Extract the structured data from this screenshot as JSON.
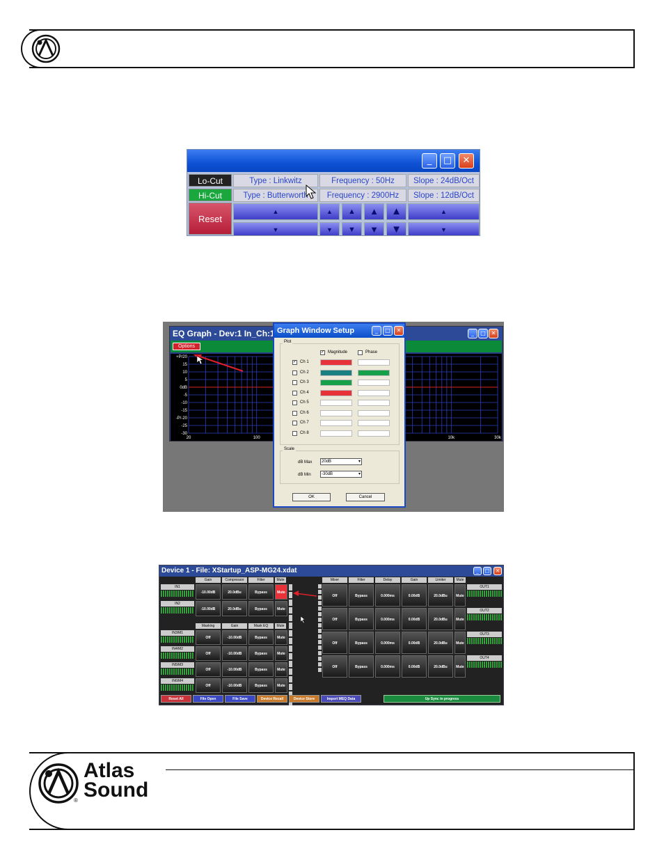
{
  "window1": {
    "lo_cut": "Lo-Cut",
    "hi_cut": "Hi-Cut",
    "reset": "Reset",
    "type_lo": "Type : Linkwitz",
    "type_hi": "Type : Butterworth",
    "freq_lo": "Frequency : 50Hz",
    "freq_hi": "Frequency : 2900Hz",
    "slope_lo": "Slope : 24dB/Oct",
    "slope_hi": "Slope : 12dB/Oct",
    "up": "▲",
    "down": "▼"
  },
  "window2": {
    "eq_title": "EQ Graph - Dev:1 In_Ch:1",
    "options": "Options",
    "y_ticks": [
      "+P/20",
      "15",
      "10",
      "5",
      "0dB",
      "-5",
      "-10",
      "-15",
      "-P/-20",
      "-25",
      "-30"
    ],
    "x_ticks": [
      "20",
      "100",
      "10k",
      "30k"
    ],
    "dialog_title": "Graph Window Setup",
    "plot_group": "Plot",
    "magnitude": "Magnitude",
    "phase": "Phase",
    "channels": [
      "Ch 1",
      "Ch 2",
      "Ch 3",
      "Ch 4",
      "Ch 5",
      "Ch 6",
      "Ch 7",
      "Ch 8"
    ],
    "scale_group": "Scale",
    "db_max_label": "dB Max",
    "db_max_value": "20dB",
    "db_min_label": "dB Min",
    "db_min_value": "-30dB",
    "ok": "OK",
    "cancel": "Cancel"
  },
  "window3": {
    "title": "Device 1  -  File: XStartup_ASP-MG24.xdat",
    "in_headers": [
      "Gain",
      "Compressor",
      "Filter",
      "Mute"
    ],
    "inputs": [
      {
        "name": "IN1",
        "gain": "-10.00dB",
        "comp": "20.0dBu",
        "filter": "Bypass",
        "mute": "Mute"
      },
      {
        "name": "IN2",
        "gain": "-10.00dB",
        "comp": "20.0dBu",
        "filter": "Bypass",
        "mute": "Mute"
      }
    ],
    "mask_headers": [
      "Masking",
      "Gain",
      "Mask EQ",
      "Mute"
    ],
    "masks": [
      {
        "name": "IN3/M1",
        "masking": "Off",
        "gain": "-10.00dB",
        "eq": "Bypass",
        "mute": "Mute"
      },
      {
        "name": "IN4/M2",
        "masking": "Off",
        "gain": "-10.00dB",
        "eq": "Bypass",
        "mute": "Mute"
      },
      {
        "name": "IN5/M3",
        "masking": "Off",
        "gain": "-10.00dB",
        "eq": "Bypass",
        "mute": "Mute"
      },
      {
        "name": "IN6/M4",
        "masking": "Off",
        "gain": "-10.00dB",
        "eq": "Bypass",
        "mute": "Mute"
      }
    ],
    "out_headers": [
      "Mixer",
      "Filter",
      "Delay",
      "Gain",
      "Limiter",
      "Mute"
    ],
    "outputs": [
      {
        "name": "OUT1",
        "mixer": "Off",
        "filter": "Bypass",
        "delay": "0.000ms",
        "gain": "0.00dB",
        "limiter": "20.0dBu",
        "mute": "Mute"
      },
      {
        "name": "OUT2",
        "mixer": "Off",
        "filter": "Bypass",
        "delay": "0.000ms",
        "gain": "0.00dB",
        "limiter": "20.0dBu",
        "mute": "Mute"
      },
      {
        "name": "OUT3",
        "mixer": "Off",
        "filter": "Bypass",
        "delay": "0.000ms",
        "gain": "0.00dB",
        "limiter": "20.0dBu",
        "mute": "Mute"
      },
      {
        "name": "OUT4",
        "mixer": "Off",
        "filter": "Bypass",
        "delay": "0.000ms",
        "gain": "0.00dB",
        "limiter": "20.0dBu",
        "mute": "Mute"
      }
    ],
    "bottom_buttons": [
      "Reset All",
      "File Open",
      "File Save",
      "Device Recall",
      "Device Store",
      "Import MEQ Data"
    ],
    "status": "Up Sync in progress"
  },
  "footer": {
    "brand_line1": "Atlas",
    "brand_line2": "Sound",
    "registered": "®"
  }
}
